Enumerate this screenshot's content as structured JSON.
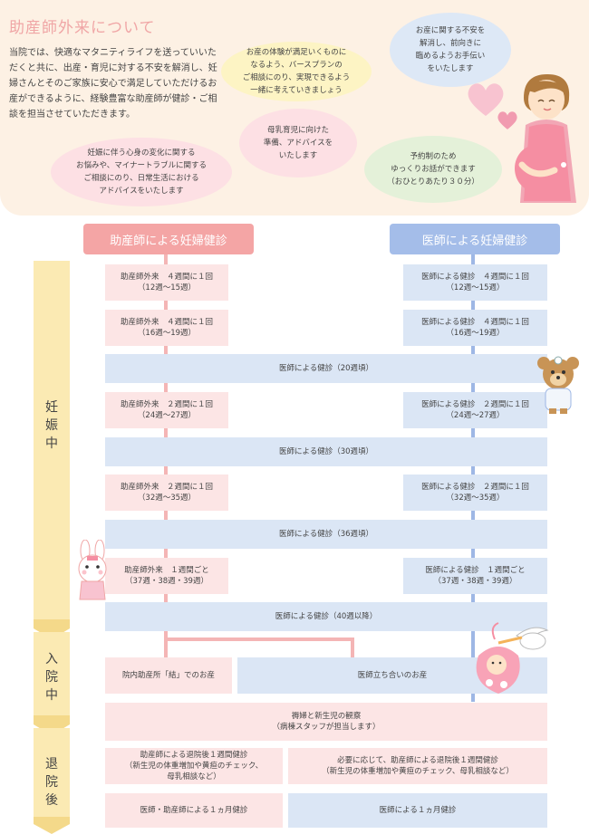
{
  "intro": {
    "title": "助産師外来について",
    "text": "当院では、快適なマタニティライフを送っていいただくと共に、出産・育児に対する不安を解消し、妊婦さんとそのご家族に安心で満足していただけるお産ができるように、経験豊富な助産師が健診・ご相談を担当させていただきます。",
    "bubbles": [
      "お産の体験が満足いくものに\nなるよう、バースプランの\nご相談にのり、実現できるよう\n一緒に考えていきましょう",
      "お産に関する不安を\n解消し、前向きに\n臨めるようお手伝い\nをいたします",
      "母乳育児に向けた\n準備、アドバイスを\nいたします",
      "妊娠に伴う心身の変化に関する\nお悩みや、マイナートラブルに関する\nご相談にのり、日常生活における\nアドバイスをいたします",
      "予約制のため\nゆっくりお話ができます\n（おひとりあたり３０分）"
    ],
    "colors": {
      "bubble_pink": "#fde0e4",
      "bubble_yellow": "#fdf4c4",
      "bubble_blue": "#dde8f6",
      "bubble_green": "#e4f1d9"
    }
  },
  "columns": {
    "midwife": "助産師による妊婦健診",
    "doctor": "医師による妊婦健診"
  },
  "stages": {
    "pregnancy": [
      "妊",
      "娠",
      "中"
    ],
    "hospital": [
      "入",
      "院",
      "中"
    ],
    "discharge": [
      "退",
      "院",
      "後"
    ]
  },
  "flow": {
    "m1": "助産師外来　４週間に１回\n（12週〜15週）",
    "d1": "医師による健診　４週間に１回\n（12週〜15週）",
    "m2": "助産師外来　４週間に１回\n（16週〜19週）",
    "d2": "医師による健診　４週間に１回\n（16週〜19週）",
    "f20": "医師による健診（20週頃）",
    "m3": "助産師外来　２週間に１回\n（24週〜27週）",
    "d3": "医師による健診　２週間に１回\n（24週〜27週）",
    "f30": "医師による健診（30週頃）",
    "m4": "助産師外来　２週間に１回\n（32週〜35週）",
    "d4": "医師による健診　２週間に１回\n（32週〜35週）",
    "f36": "医師による健診（36週頃）",
    "m5": "助産師外来　１週間ごと\n（37週・38週・39週）",
    "d5": "医師による健診　１週間ごと\n（37週・38週・39週）",
    "f40": "医師による健診（40週以降）",
    "birth_midwife": "院内助産所「結」でのお産",
    "birth_doctor": "医師立ち合いのお産",
    "postpartum": "褥婦と新生児の観察\n（病棟スタッフが担当します）",
    "week1_midwife": "助産師による退院後１週間健診\n（新生児の体重増加や黄疸のチェック、\n母乳相談など）",
    "week1_doctor": "必要に応じて、助産師による退院後１週間健診\n（新生児の体重増加や黄疸のチェック、母乳相談など）",
    "month1_midwife": "医師・助産師による１ヵ月健診",
    "month1_doctor": "医師による１ヵ月健診"
  },
  "colors": {
    "pink_header": "#f4a5a5",
    "blue_header": "#a4bde9",
    "pink_box": "#fce5e5",
    "blue_box": "#dbe6f5",
    "stage_bar": "#fbeab3"
  }
}
